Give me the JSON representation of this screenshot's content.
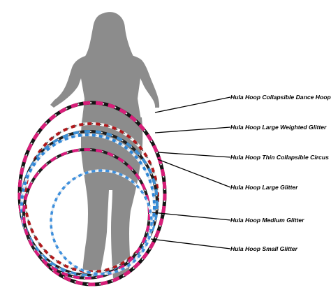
{
  "figure": {
    "silhouette": {
      "icon": "woman-silhouette",
      "color": "#8c8c8c"
    },
    "hoops": [
      {
        "id": "collapsible-dance",
        "label": "Hula Hoop Collapsible Dance Hoop",
        "base": "#141414",
        "stripe": "#d81e79",
        "stripe2": "#e0e0e0"
      },
      {
        "id": "large-weighted-glitter",
        "label": "Hula Hoop Large Weighted Glitter",
        "base": "#f2f2f2",
        "stripe": "#b0191c",
        "stripe2": "#4a4a4a"
      },
      {
        "id": "thin-collapsible-circus",
        "label": "Hula Hoop Thin Collapsible Circus",
        "base": "#1e1e1e",
        "stripe": "#3d8fd3",
        "stripe2": "#e6e6e6"
      },
      {
        "id": "large-glitter",
        "label": "Hula Hoop Large Glitter",
        "base": "#f2f2f2",
        "stripe": "#2f86d6",
        "stripe2": "#9fc8ef"
      },
      {
        "id": "medium-glitter",
        "label": "Hula Hoop Medium Glitter",
        "base": "#1e1e1e",
        "stripe": "#da1c7d",
        "stripe2": "#e8e8e8"
      },
      {
        "id": "small-glitter",
        "label": "Hula Hoop Small Glitter",
        "base": "#f4f4f4",
        "stripe": "#3e8fdc",
        "stripe2": "#a9cdee"
      }
    ]
  }
}
